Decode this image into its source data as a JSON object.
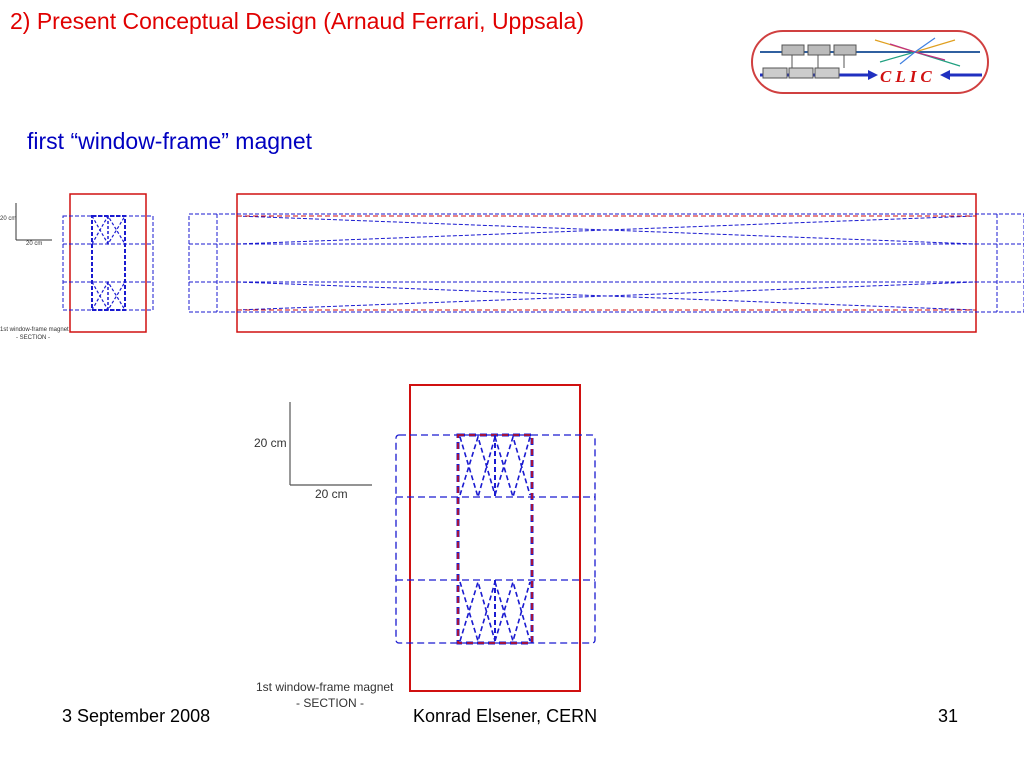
{
  "slide": {
    "title": "2) Present Conceptual Design (Arnaud Ferrari, Uppsala)",
    "subtitle": "first “window-frame” magnet"
  },
  "logo": {
    "text": "CLIC"
  },
  "small_section": {
    "scale_v": "20 cm",
    "scale_h": "20 cm",
    "caption_line1": "1st window-frame magnet",
    "caption_line2": "- SECTION -"
  },
  "large_section": {
    "scale_v": "20 cm",
    "scale_h": "20 cm",
    "caption_line1": "1st window-frame magnet",
    "caption_line2": "- SECTION -"
  },
  "footer": {
    "date": "3 September 2008",
    "author": "Konrad Elsener, CERN",
    "page": "31"
  },
  "colors": {
    "title": "#e00000",
    "subtitle": "#0000c0",
    "frame": "#d01010",
    "coil": "#1a1ad0"
  }
}
